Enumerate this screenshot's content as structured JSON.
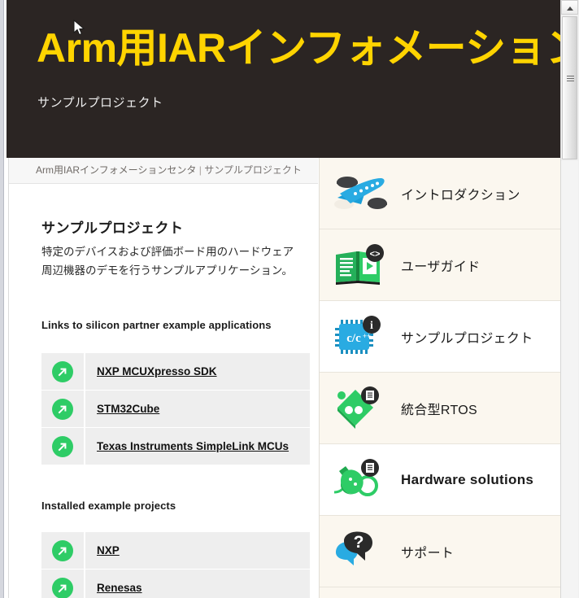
{
  "hero": {
    "title": "Arm用IARインフォメーションセンタ",
    "subtitle": "サンプルプロジェクト",
    "bg_color": "#2b2523",
    "title_color": "#ffd400"
  },
  "breadcrumb": {
    "root": "Arm用IARインフォメーションセンタ",
    "separator": " | ",
    "current": "サンプルプロジェクト"
  },
  "main": {
    "heading": "サンプルプロジェクト",
    "description": "特定のデバイスおよび評価ボード用のハードウェア周辺機器のデモを行うサンプルアプリケーション。",
    "partners_heading": "Links to silicon partner example applications",
    "partner_links": [
      {
        "label": "NXP MCUXpresso SDK",
        "icon": "external-link-icon"
      },
      {
        "label": "STM32Cube",
        "icon": "external-link-icon"
      },
      {
        "label": "Texas Instruments SimpleLink MCUs",
        "icon": "external-link-icon"
      }
    ],
    "installed_heading": "Installed example projects",
    "installed_links": [
      {
        "label": "NXP",
        "icon": "external-link-icon"
      },
      {
        "label": "Renesas",
        "icon": "external-link-icon"
      }
    ]
  },
  "nav": {
    "items": [
      {
        "label": "イントロダクション",
        "icon": "airplane-icon",
        "active": false,
        "latin": false
      },
      {
        "label": "ユーザガイド",
        "icon": "open-book-code-icon",
        "active": false,
        "latin": false
      },
      {
        "label": "サンプルプロジェクト",
        "icon": "c-cpp-chip-info-icon",
        "active": true,
        "latin": false
      },
      {
        "label": "統合型RTOS",
        "icon": "puzzle-piece-doc-icon",
        "active": false,
        "latin": false
      },
      {
        "label": "Hardware solutions",
        "icon": "probe-plug-doc-icon",
        "active": true,
        "latin": true
      },
      {
        "label": "サポート",
        "icon": "speech-bubble-question-icon",
        "active": false,
        "latin": false
      }
    ]
  },
  "scrollbar": {
    "up_arrow": "scroll-up-icon",
    "position_percent": 3
  },
  "colors": {
    "accent_green": "#2ecc66",
    "accent_blue": "#29abe2",
    "nav_bg": "#fbf7ef",
    "row_bg": "#eeeeee"
  }
}
